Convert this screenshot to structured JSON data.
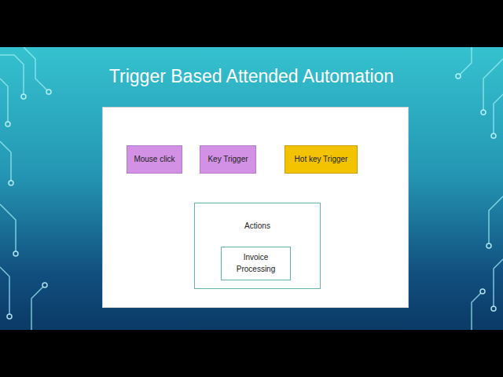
{
  "diagram": {
    "title": "Trigger Based Attended Automation",
    "nodes": [
      {
        "text": [
          "Mouse click"
        ]
      },
      {
        "text": [
          "Key Trigger"
        ]
      },
      {
        "text": [
          "Hot key Trigger"
        ]
      },
      {
        "text": [
          "Actions"
        ]
      },
      {
        "text": [
          "Invoice Processing"
        ],
        "in": 3
      }
    ]
  }
}
